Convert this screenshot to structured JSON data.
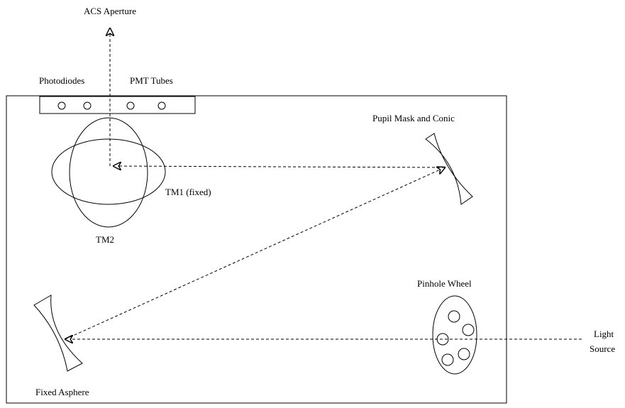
{
  "labels": {
    "acs_aperture": "ACS Aperture",
    "photodiodes": "Photodiodes",
    "pmt_tubes": "PMT Tubes",
    "pupil_mask": "Pupil Mask and Conic",
    "tm1": "TM1 (fixed)",
    "tm2": "TM2",
    "pinhole_wheel": "Pinhole Wheel",
    "light": "Light",
    "source": "Source",
    "fixed_asphere": "Fixed Asphere"
  }
}
